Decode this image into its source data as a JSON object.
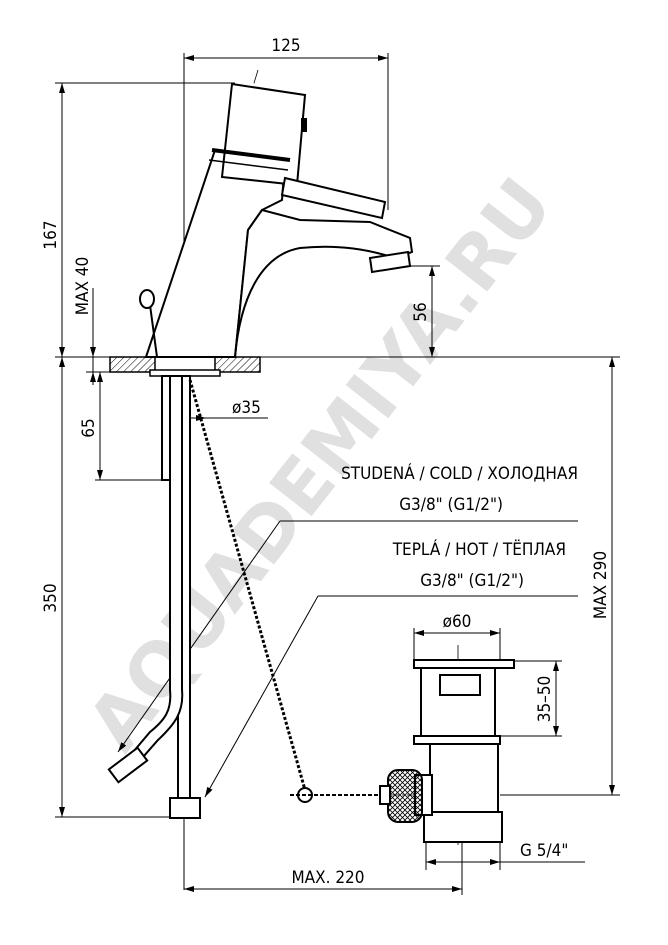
{
  "dimensions": {
    "width_top": "125",
    "height_total": "167",
    "max_40": "MAX 40",
    "spout_height": "56",
    "depth_65": "65",
    "hole_dia": "ø35",
    "hose_350": "350",
    "max_290": "MAX 290",
    "waste_dia": "ø60",
    "range_35_50": "35–50",
    "thread": "G 5/4\"",
    "max_220": "MAX. 220"
  },
  "labels": {
    "cold_name": "STUDENÁ / COLD / ХОЛОДНАЯ",
    "cold_spec": "G3/8\" (G1/2\")",
    "hot_name": "TEPLÁ / HOT / ТЁПЛАЯ",
    "hot_spec": "G3/8\" (G1/2\")"
  },
  "watermark": "AQUADEMIYA.RU"
}
